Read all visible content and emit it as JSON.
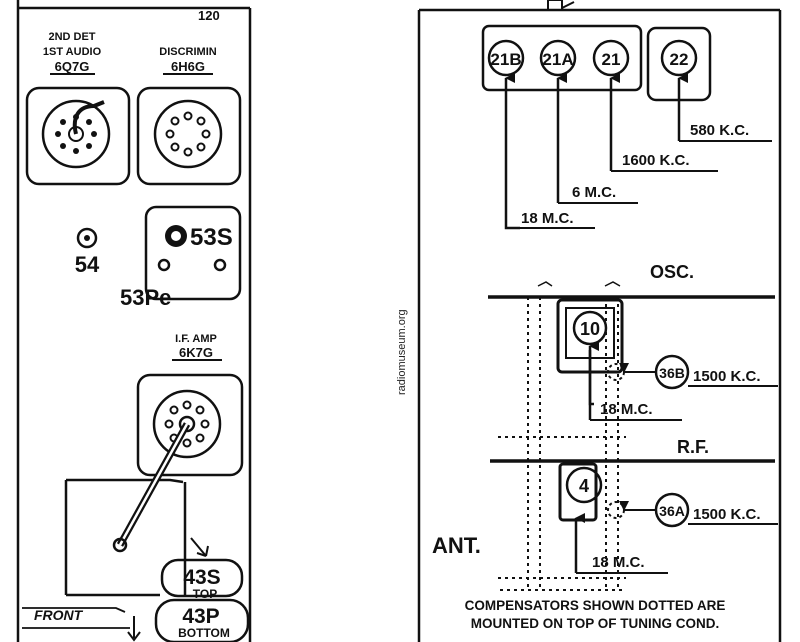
{
  "left_panel": {
    "page_number": "120",
    "tube_2nd_det": {
      "line1": "2ND DET",
      "line2": "1ST AUDIO",
      "type": "6Q7G"
    },
    "tube_discrimin": {
      "line1": "DISCRIMIN",
      "type": "6H6G"
    },
    "label_54": "54",
    "label_53s": "53S",
    "label_53p": "53Pe",
    "tube_if_amp": {
      "line1": "I.F. AMP",
      "type": "6K7G"
    },
    "label_43s": "43S",
    "label_top": "TOP",
    "label_43p": "43P",
    "label_bottom": "BOTTOM",
    "label_front": "FRONT"
  },
  "watermark": "radiomuseum.org",
  "right_panel": {
    "trimmers": [
      {
        "id": "21B",
        "freq": "18 M.C."
      },
      {
        "id": "21A",
        "freq": "6 M.C."
      },
      {
        "id": "21",
        "freq": "1600 K.C."
      },
      {
        "id": "22",
        "freq": "580 K.C."
      }
    ],
    "osc_label": "OSC.",
    "rf_label": "R.F.",
    "ant_label": "ANT.",
    "osc_coil": {
      "id": "10",
      "freq": "18 M.C."
    },
    "osc_comp": {
      "id": "36B",
      "freq": "1500 K.C."
    },
    "ant_coil": {
      "id": "4",
      "freq": "18 M.C."
    },
    "ant_comp": {
      "id": "36A",
      "freq": "1500 K.C."
    },
    "note_line1": "COMPENSATORS SHOWN DOTTED ARE",
    "note_line2": "MOUNTED ON TOP OF TUNING COND."
  }
}
